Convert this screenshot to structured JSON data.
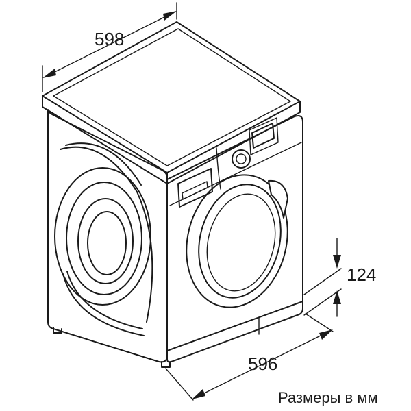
{
  "dimensions": {
    "width": "598",
    "depth": "596",
    "panel_height": "124"
  },
  "caption": "Размеры в мм",
  "colors": {
    "line": "#1a1a1a",
    "background": "#ffffff"
  }
}
